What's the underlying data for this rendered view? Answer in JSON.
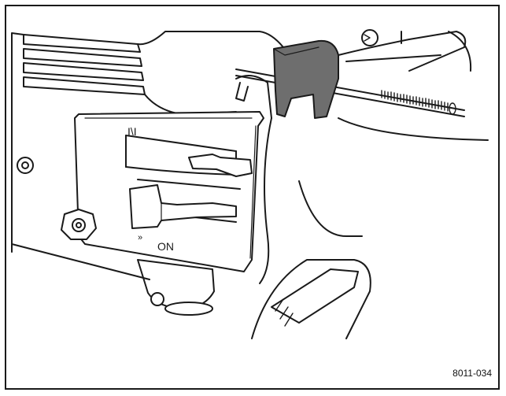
{
  "figure": {
    "number": "8011-034",
    "lever_labels": {
      "top": "I\\I",
      "bottom": "ON"
    },
    "colors": {
      "line": "#1a1a1a",
      "paper": "#ffffff",
      "shade": "#6e6e6e",
      "light_shade": "#d9d9d9"
    }
  }
}
